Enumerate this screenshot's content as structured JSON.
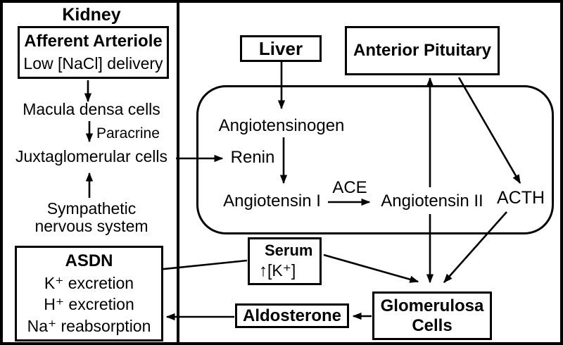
{
  "colors": {
    "ink": "#000000",
    "background": "#ffffff"
  },
  "kidney": {
    "title": "Kidney",
    "afferent_box": {
      "title": "Afferent Arteriole",
      "subtitle": "Low [NaCl] delivery"
    },
    "macula_densa": "Macula densa cells",
    "paracrine_label": "Paracrine",
    "juxtaglomerular": "Juxtaglomerular cells",
    "sympathetic": {
      "line1": "Sympathetic",
      "line2": "nervous system"
    },
    "asdn_box": {
      "title": "ASDN",
      "items": [
        "K⁺ excretion",
        "H⁺ excretion",
        "Na⁺ reabsorption"
      ]
    }
  },
  "raas": {
    "liver": "Liver",
    "anterior_pituitary": "Anterior Pituitary",
    "angiotensinogen": "Angiotensinogen",
    "renin": "Renin",
    "angiotensin_i": "Angiotensin I",
    "ace": "ACE",
    "angiotensin_ii": "Angiotensin II",
    "acth": "ACTH",
    "serum_box": {
      "title": "Serum",
      "arrow": "↑",
      "value": "[K⁺]"
    },
    "aldosterone": "Aldosterone",
    "glomerulosa": {
      "line1": "Glomerulosa",
      "line2": "Cells"
    }
  }
}
